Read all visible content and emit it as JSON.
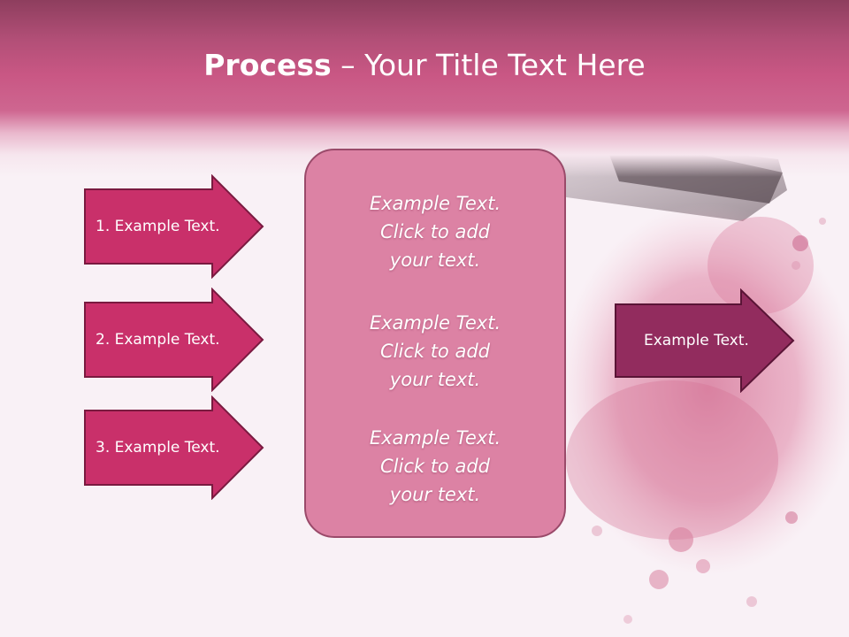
{
  "title": {
    "bold": "Process",
    "rest": " – Your Title Text Here"
  },
  "left_arrows": [
    {
      "label": "1. Example Text."
    },
    {
      "label": "2. Example Text."
    },
    {
      "label": "3. Example Text."
    }
  ],
  "center_box": {
    "paragraphs": [
      [
        "Example Text.",
        "Click  to add",
        "your text."
      ],
      [
        "Example Text.",
        "Click  to add",
        "your text."
      ],
      [
        "Example Text.",
        "Click  to add",
        "your text."
      ]
    ]
  },
  "right_arrow": {
    "label": "Example Text."
  },
  "colors": {
    "header": "#c95784",
    "left_arrow_fill": "#c9306a",
    "right_arrow_fill": "#922c5e",
    "box_fill": "#dc82a4",
    "background": "#f9f1f6"
  },
  "icons": [
    "makeup-brush-image",
    "pink-blush-powder-image"
  ]
}
